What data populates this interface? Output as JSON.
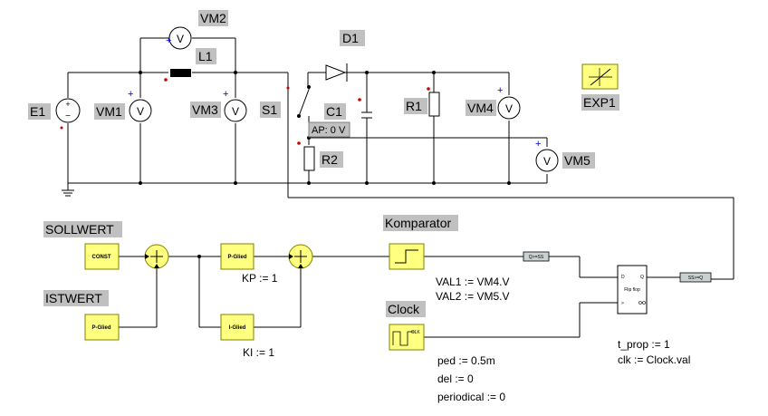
{
  "colors": {
    "label_bg": "#c0c0c0",
    "block_fill": "#ffff80",
    "block_stroke": "#808000",
    "node_dot": "#cc0000",
    "meter_plus": "#0000cc",
    "wire": "#000000",
    "gray_block": "#c8d0d0"
  },
  "circuit": {
    "labels": {
      "vm2": "VM2",
      "l1": "L1",
      "d1": "D1",
      "e1": "E1",
      "vm1": "VM1",
      "vm3": "VM3",
      "s1": "S1",
      "c1": "C1",
      "ap": "AP: 0 V",
      "r2": "R2",
      "r1": "R1",
      "vm4": "VM4",
      "vm5": "VM5",
      "exp1": "EXP1"
    },
    "meter_symbol": "V"
  },
  "control": {
    "sollwert": "SOLLWERT",
    "istwert": "ISTWERT",
    "const_block": "CONST",
    "p_glied_ist": "P-Glied",
    "p_glied": "P-Glied",
    "i_glied": "I-Glied",
    "kp": "KP := 1",
    "ki": "KI := 1",
    "komparator": "Komparator",
    "val1": "VAL1 := VM4.V",
    "val2": "VAL2 := VM5.V",
    "clock": "Clock",
    "clock_clk": "CLK",
    "ped": "ped := 0.5m",
    "del": "del := 0",
    "periodical": "periodical := 0",
    "conv1": "Q>=SS",
    "conv2": "SS>=Q",
    "flipflop": "Flip flop",
    "t_prop": "t_prop := 1",
    "clk": "clk := Clock.val"
  }
}
